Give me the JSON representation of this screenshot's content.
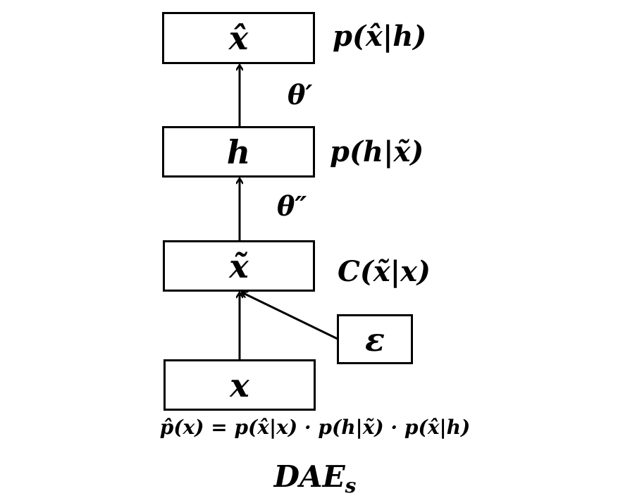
{
  "nodes": {
    "x_hat": {
      "label": "x̂"
    },
    "h": {
      "label": "h"
    },
    "x_tilde": {
      "label": "x̃"
    },
    "x": {
      "label": "x"
    },
    "epsilon": {
      "label": "ε"
    }
  },
  "side_labels": {
    "x_hat": "p(x̂|h)",
    "h": "p(h|x̃)",
    "x_tilde": "C(x̃|x)"
  },
  "edge_labels": {
    "h_to_x_hat": "θ′",
    "x_tilde_to_h": "θ″"
  },
  "formula": "p̂(x) = p(x̂|x) · p(h|x̃) · p(x̂|h)",
  "title": {
    "main": "DAE",
    "subscript": "s"
  },
  "edges": [
    {
      "from": "x",
      "to": "x_tilde"
    },
    {
      "from": "epsilon",
      "to": "x_tilde"
    },
    {
      "from": "x_tilde",
      "to": "h"
    },
    {
      "from": "h",
      "to": "x_hat"
    }
  ]
}
